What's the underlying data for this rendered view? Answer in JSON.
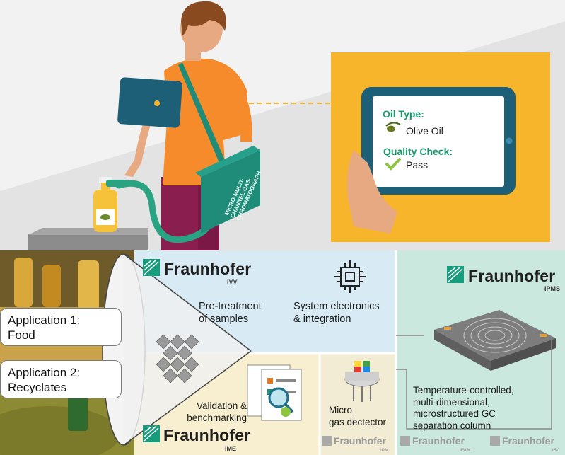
{
  "tablet": {
    "oil_type_label": "Oil Type:",
    "oil_type_value": "Olive Oil",
    "quality_label": "Quality Check:",
    "quality_value": "Pass"
  },
  "device_label": [
    "MICRO-MULTI-",
    "CHANNEL GAS-",
    "CHROMATOGRAPH"
  ],
  "applications": [
    {
      "line1": "Application 1:",
      "line2": "Food"
    },
    {
      "line1": "Application 2:",
      "line2": "Recyclates"
    }
  ],
  "institutes": {
    "ivv": {
      "name": "Fraunhofer",
      "sub": "IVV"
    },
    "ipms": {
      "name": "Fraunhofer",
      "sub": "IPMS"
    },
    "ime": {
      "name": "Fraunhofer",
      "sub": "IME"
    },
    "ipm": {
      "name": "Fraunhofer",
      "sub": "IPM"
    },
    "ifam": {
      "name": "Fraunhofer",
      "sub": "IFAM"
    },
    "isc": {
      "name": "Fraunhofer",
      "sub": "ISC"
    }
  },
  "steps": {
    "pretreatment": [
      "Pre-treatment",
      "of samples"
    ],
    "electronics": [
      "System electronics",
      "& integration"
    ],
    "validation": [
      "Validation &",
      "benchmarking"
    ],
    "detector": [
      "Micro",
      "gas dectector"
    ],
    "column": [
      "Temperature-controlled,",
      "multi-dimensional,",
      "microstructured GC",
      "separation column"
    ]
  },
  "colors": {
    "tablet_bg": "#f7b52b",
    "device_teal": "#1f8c7a",
    "tablet_frame": "#1e5f78",
    "shirt": "#f68b2c",
    "pants": "#8a1e4f",
    "text_green": "#1a9a6c",
    "panel_blue": "#d8ebf4",
    "panel_teal": "#cbe8df",
    "panel_cream": "#f7efcf",
    "fraunhofer_green": "#179c7d"
  }
}
